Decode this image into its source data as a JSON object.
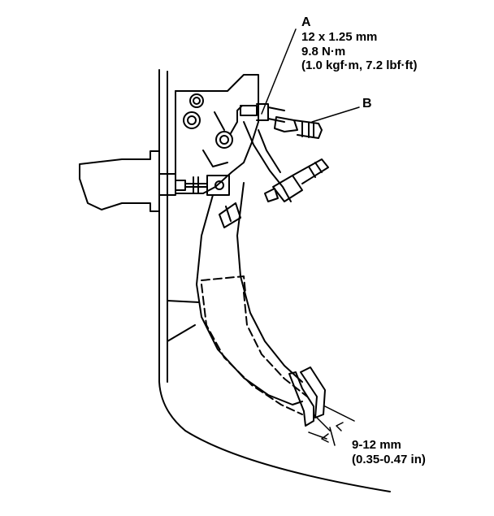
{
  "labels": {
    "a": "A",
    "b": "B"
  },
  "bolt_spec": {
    "thread": "12 x 1.25 mm",
    "torque_nm": "9.8 N·m",
    "torque_alt": "(1.0 kgf·m, 7.2 lbf·ft)"
  },
  "clearance": {
    "mm": "9-12 mm",
    "in": "(0.35-0.47 in)"
  }
}
